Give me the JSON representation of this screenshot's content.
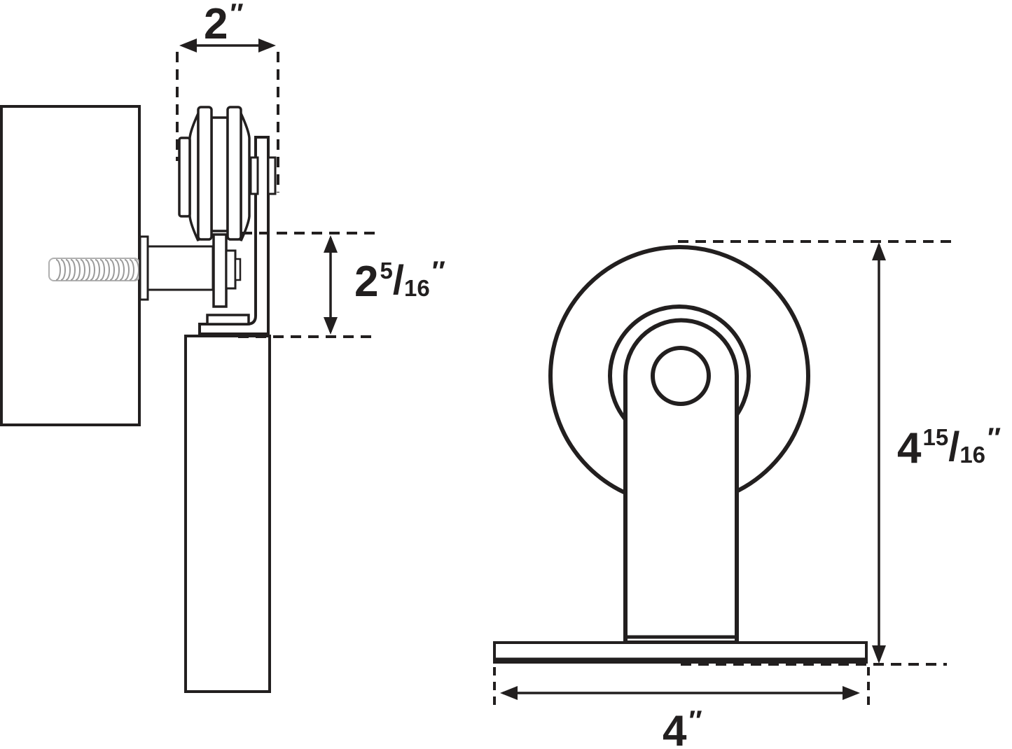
{
  "dimensions": {
    "track_width": {
      "whole": "2",
      "unit": "″"
    },
    "bracket_drop": {
      "whole": "2",
      "numerator": "5",
      "denominator": "16",
      "unit": "″"
    },
    "overall_height": {
      "whole": "4",
      "numerator": "15",
      "denominator": "16",
      "unit": "″"
    },
    "base_width": {
      "whole": "4",
      "unit": "″"
    }
  },
  "glyphs": {
    "fraction_slash": "/"
  },
  "colors": {
    "line": "#221f1f",
    "wall_fill": "#bdbdbd",
    "wall_hatch": "#8f8f8f",
    "door_fill": "#b5b5b5",
    "metal_fill": "#ffffff",
    "thread": "#9a9a9a",
    "background": "#ffffff"
  }
}
